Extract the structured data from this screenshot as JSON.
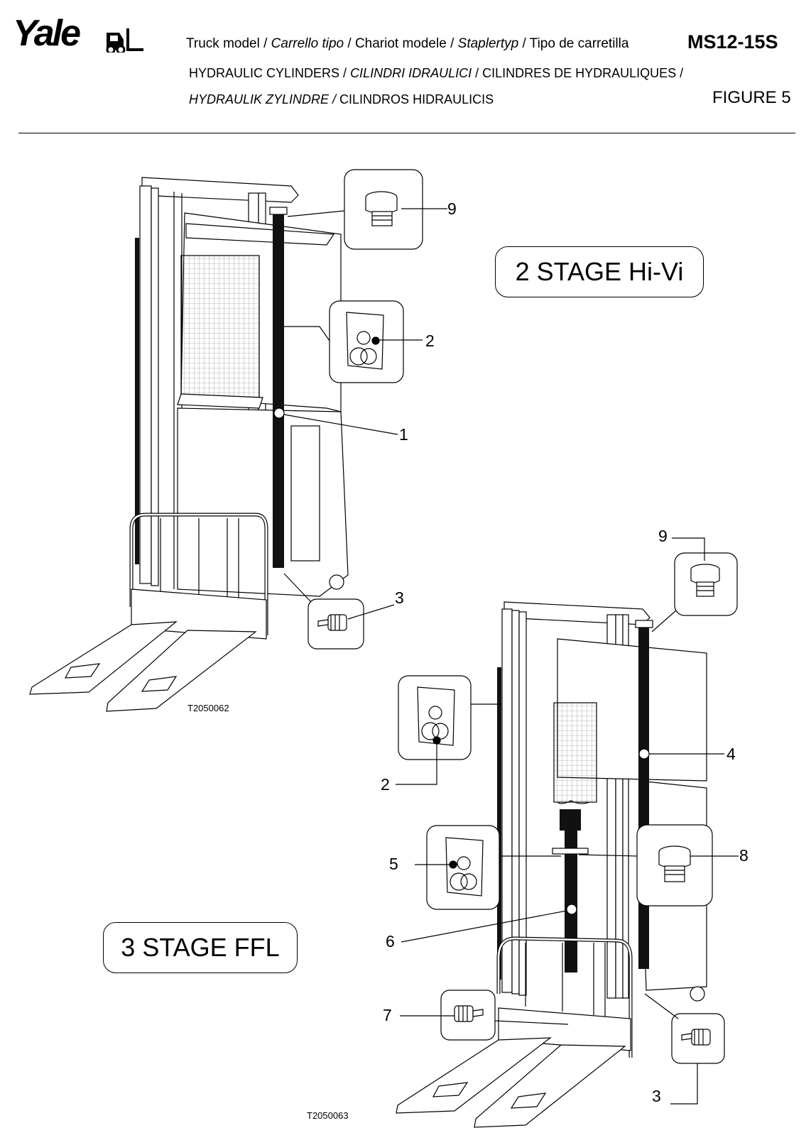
{
  "header": {
    "brand": "Yale",
    "line1": {
      "p1": "Truck model / ",
      "p2": "Carrello tipo",
      "p3": " / Chariot modele / ",
      "p4": "Staplertyp",
      "p5": " / Tipo de carretilla"
    },
    "model": "MS12-15S",
    "line2": {
      "p1": "HYDRAULIC  CYLINDERS / ",
      "p2": "CILINDRI IDRAULICI",
      "p3": "  / CILINDRES DE HYDRAULIQUES /"
    },
    "line3": {
      "p1": "HYDRAULIK ZYLINDRE /",
      "p2": " CILINDROS HIDRAULICIS"
    },
    "figure": "FIGURE  5"
  },
  "stages": {
    "two_stage": "2 STAGE Hi-Vi",
    "three_stage": "3 STAGE FFL"
  },
  "drawings": {
    "code_top": "T2050062",
    "code_bottom": "T2050063"
  },
  "callouts": {
    "top": [
      "9",
      "2",
      "1",
      "3"
    ],
    "bottom": [
      "9",
      "4",
      "2",
      "5",
      "8",
      "6",
      "7",
      "3"
    ]
  }
}
